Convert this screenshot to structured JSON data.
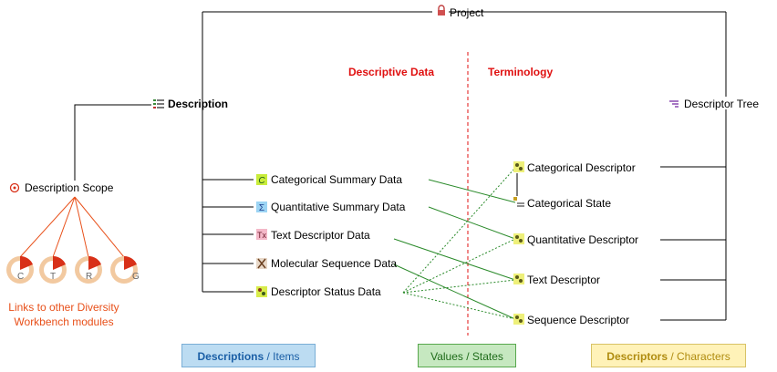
{
  "nodes": {
    "project": "Project",
    "description": "Description",
    "descriptor_tree": "Descriptor Tree",
    "description_scope": "Description Scope",
    "categorical_summary_data": "Categorical Summary Data",
    "quantitative_summary_data": "Quantitative Summary Data",
    "text_descriptor_data": "Text Descriptor Data",
    "molecular_sequence_data": "Molecular Sequence Data",
    "descriptor_status_data": "Descriptor Status Data",
    "categorical_descriptor": "Categorical Descriptor",
    "categorical_state": "Categorical State",
    "quantitative_descriptor": "Quantitative Descriptor",
    "text_descriptor": "Text Descriptor",
    "sequence_descriptor": "Sequence Descriptor"
  },
  "headers": {
    "descriptive_data": "Descriptive Data",
    "terminology": "Terminology"
  },
  "modules": {
    "letters": [
      "C",
      "T",
      "R",
      "G"
    ],
    "caption": "Links to other Diversity Workbench modules"
  },
  "legend": {
    "descriptions_bold": "Descriptions",
    "descriptions_rest": " / Items",
    "values_states": "Values / States",
    "descriptors_bold": "Descriptors",
    "descriptors_rest": " / Characters"
  },
  "colors": {
    "tree_line": "#000000",
    "link_line": "#2a8a2a",
    "divider": "#e01010",
    "scope_line": "#e8501a",
    "header_red": "#e01010"
  }
}
